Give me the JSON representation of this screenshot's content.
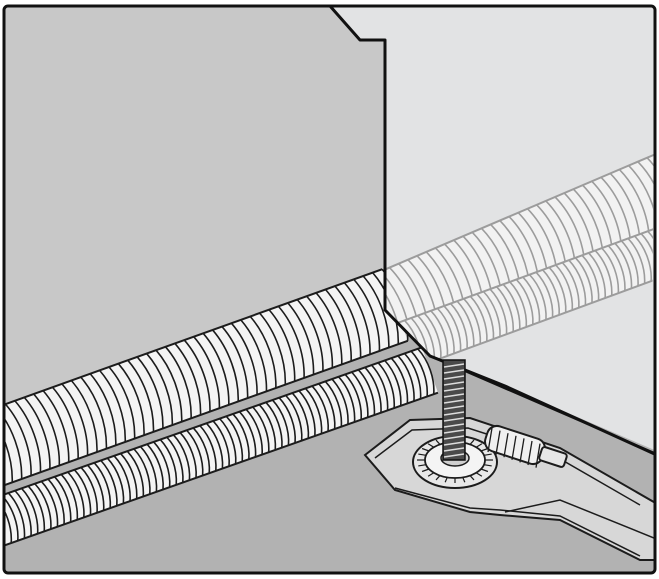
{
  "illustration": {
    "description_visible_text": "",
    "colors": {
      "frame": "#111111",
      "wall_left": "#c8c8c8",
      "panel_right": "#e2e3e4",
      "floor": "#b2b2b2",
      "hose_fill": "#f4f4f4",
      "hose_outline": "#1c1c1c",
      "ghost_hose_fill": "#f2f2f2",
      "ghost_hose_outline": "#9c9c9c",
      "foot_plate": "#d7d7d7",
      "screw": "#4a4a4a"
    },
    "parts": [
      "wall",
      "appliance-side-panel",
      "floor",
      "upper-hose",
      "lower-hose",
      "hidden-hose-section",
      "adjustable-foot-screw",
      "foot-base-plate",
      "spindle-gear"
    ]
  }
}
